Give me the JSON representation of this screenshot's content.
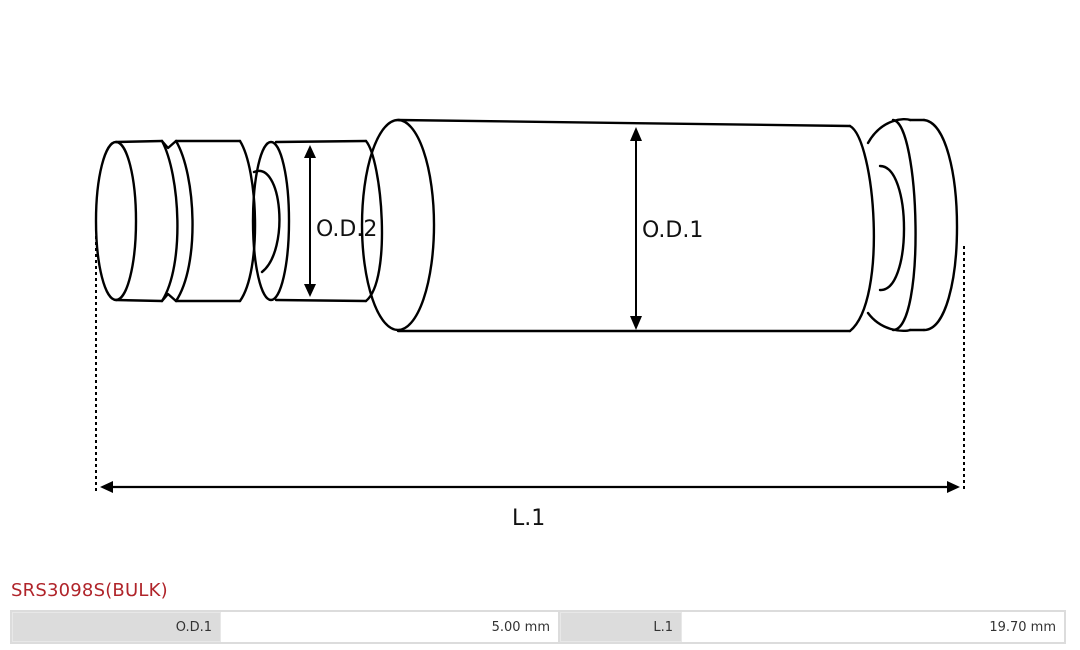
{
  "diagram": {
    "labels": {
      "od2": "O.D.2",
      "od1": "O.D.1",
      "l1": "L.1"
    }
  },
  "product": {
    "title": "SRS3098S(BULK)",
    "colors": {
      "title": "#b0242a",
      "label_bg": "#dcdcdc",
      "border": "#dcdcdc"
    },
    "specs": [
      {
        "label": "O.D.1",
        "value": "5.00 mm"
      },
      {
        "label": "L.1",
        "value": "19.70 mm"
      }
    ]
  }
}
